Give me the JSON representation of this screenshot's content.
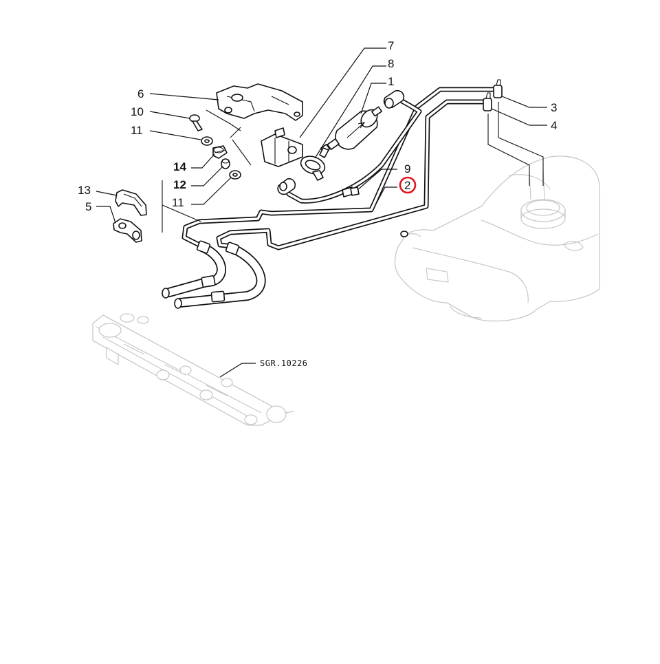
{
  "diagram": {
    "reference_code": "SGR.10226",
    "highlight_color": "#e0141e",
    "highlighted_callout": "2",
    "callouts": [
      {
        "id": "c7",
        "label": "7",
        "bold": false
      },
      {
        "id": "c8",
        "label": "8",
        "bold": false
      },
      {
        "id": "c1",
        "label": "1",
        "bold": false
      },
      {
        "id": "c6",
        "label": "6",
        "bold": false
      },
      {
        "id": "c10",
        "label": "10",
        "bold": false
      },
      {
        "id": "c11a",
        "label": "11",
        "bold": false
      },
      {
        "id": "c14",
        "label": "14",
        "bold": true
      },
      {
        "id": "c12",
        "label": "12",
        "bold": true
      },
      {
        "id": "c11b",
        "label": "11",
        "bold": false
      },
      {
        "id": "c13",
        "label": "13",
        "bold": false
      },
      {
        "id": "c5",
        "label": "5",
        "bold": false
      },
      {
        "id": "c9",
        "label": "9",
        "bold": false
      },
      {
        "id": "c2",
        "label": "2",
        "bold": false
      },
      {
        "id": "c3",
        "label": "3",
        "bold": false
      },
      {
        "id": "c4",
        "label": "4",
        "bold": false
      }
    ]
  }
}
